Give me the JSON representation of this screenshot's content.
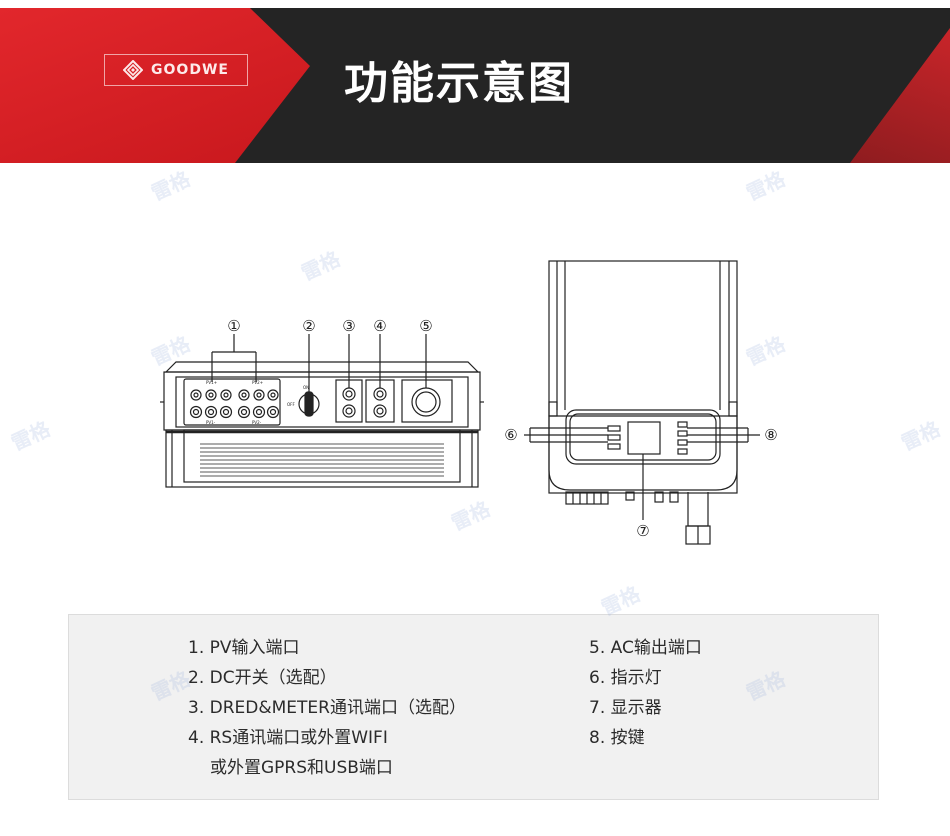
{
  "header": {
    "brand": "GOODWE",
    "title": "功能示意图"
  },
  "diagram": {
    "callouts": [
      "①",
      "②",
      "③",
      "④",
      "⑤",
      "⑥",
      "⑦",
      "⑧"
    ],
    "panel_labels": {
      "pv_plus_1": "PV1+",
      "pv_plus_2": "PV2+",
      "pv_minus_1": "PV1-",
      "pv_minus_2": "PV2-",
      "switch_on": "ON",
      "switch_off": "OFF"
    }
  },
  "legend": {
    "left": [
      "1. PV输入端口",
      "2. DC开关（选配）",
      "3. DRED&METER通讯端口（选配）",
      "4. RS通讯端口或外置WIFI",
      "或外置GPRS和USB端口"
    ],
    "right": [
      "5. AC输出端口",
      "6. 指示灯",
      "7. 显示器",
      "8. 按键"
    ]
  },
  "watermark": "雷格",
  "colors": {
    "brand_red": "#d42126",
    "header_dark": "#242424",
    "legend_bg": "#f1f1f1"
  }
}
